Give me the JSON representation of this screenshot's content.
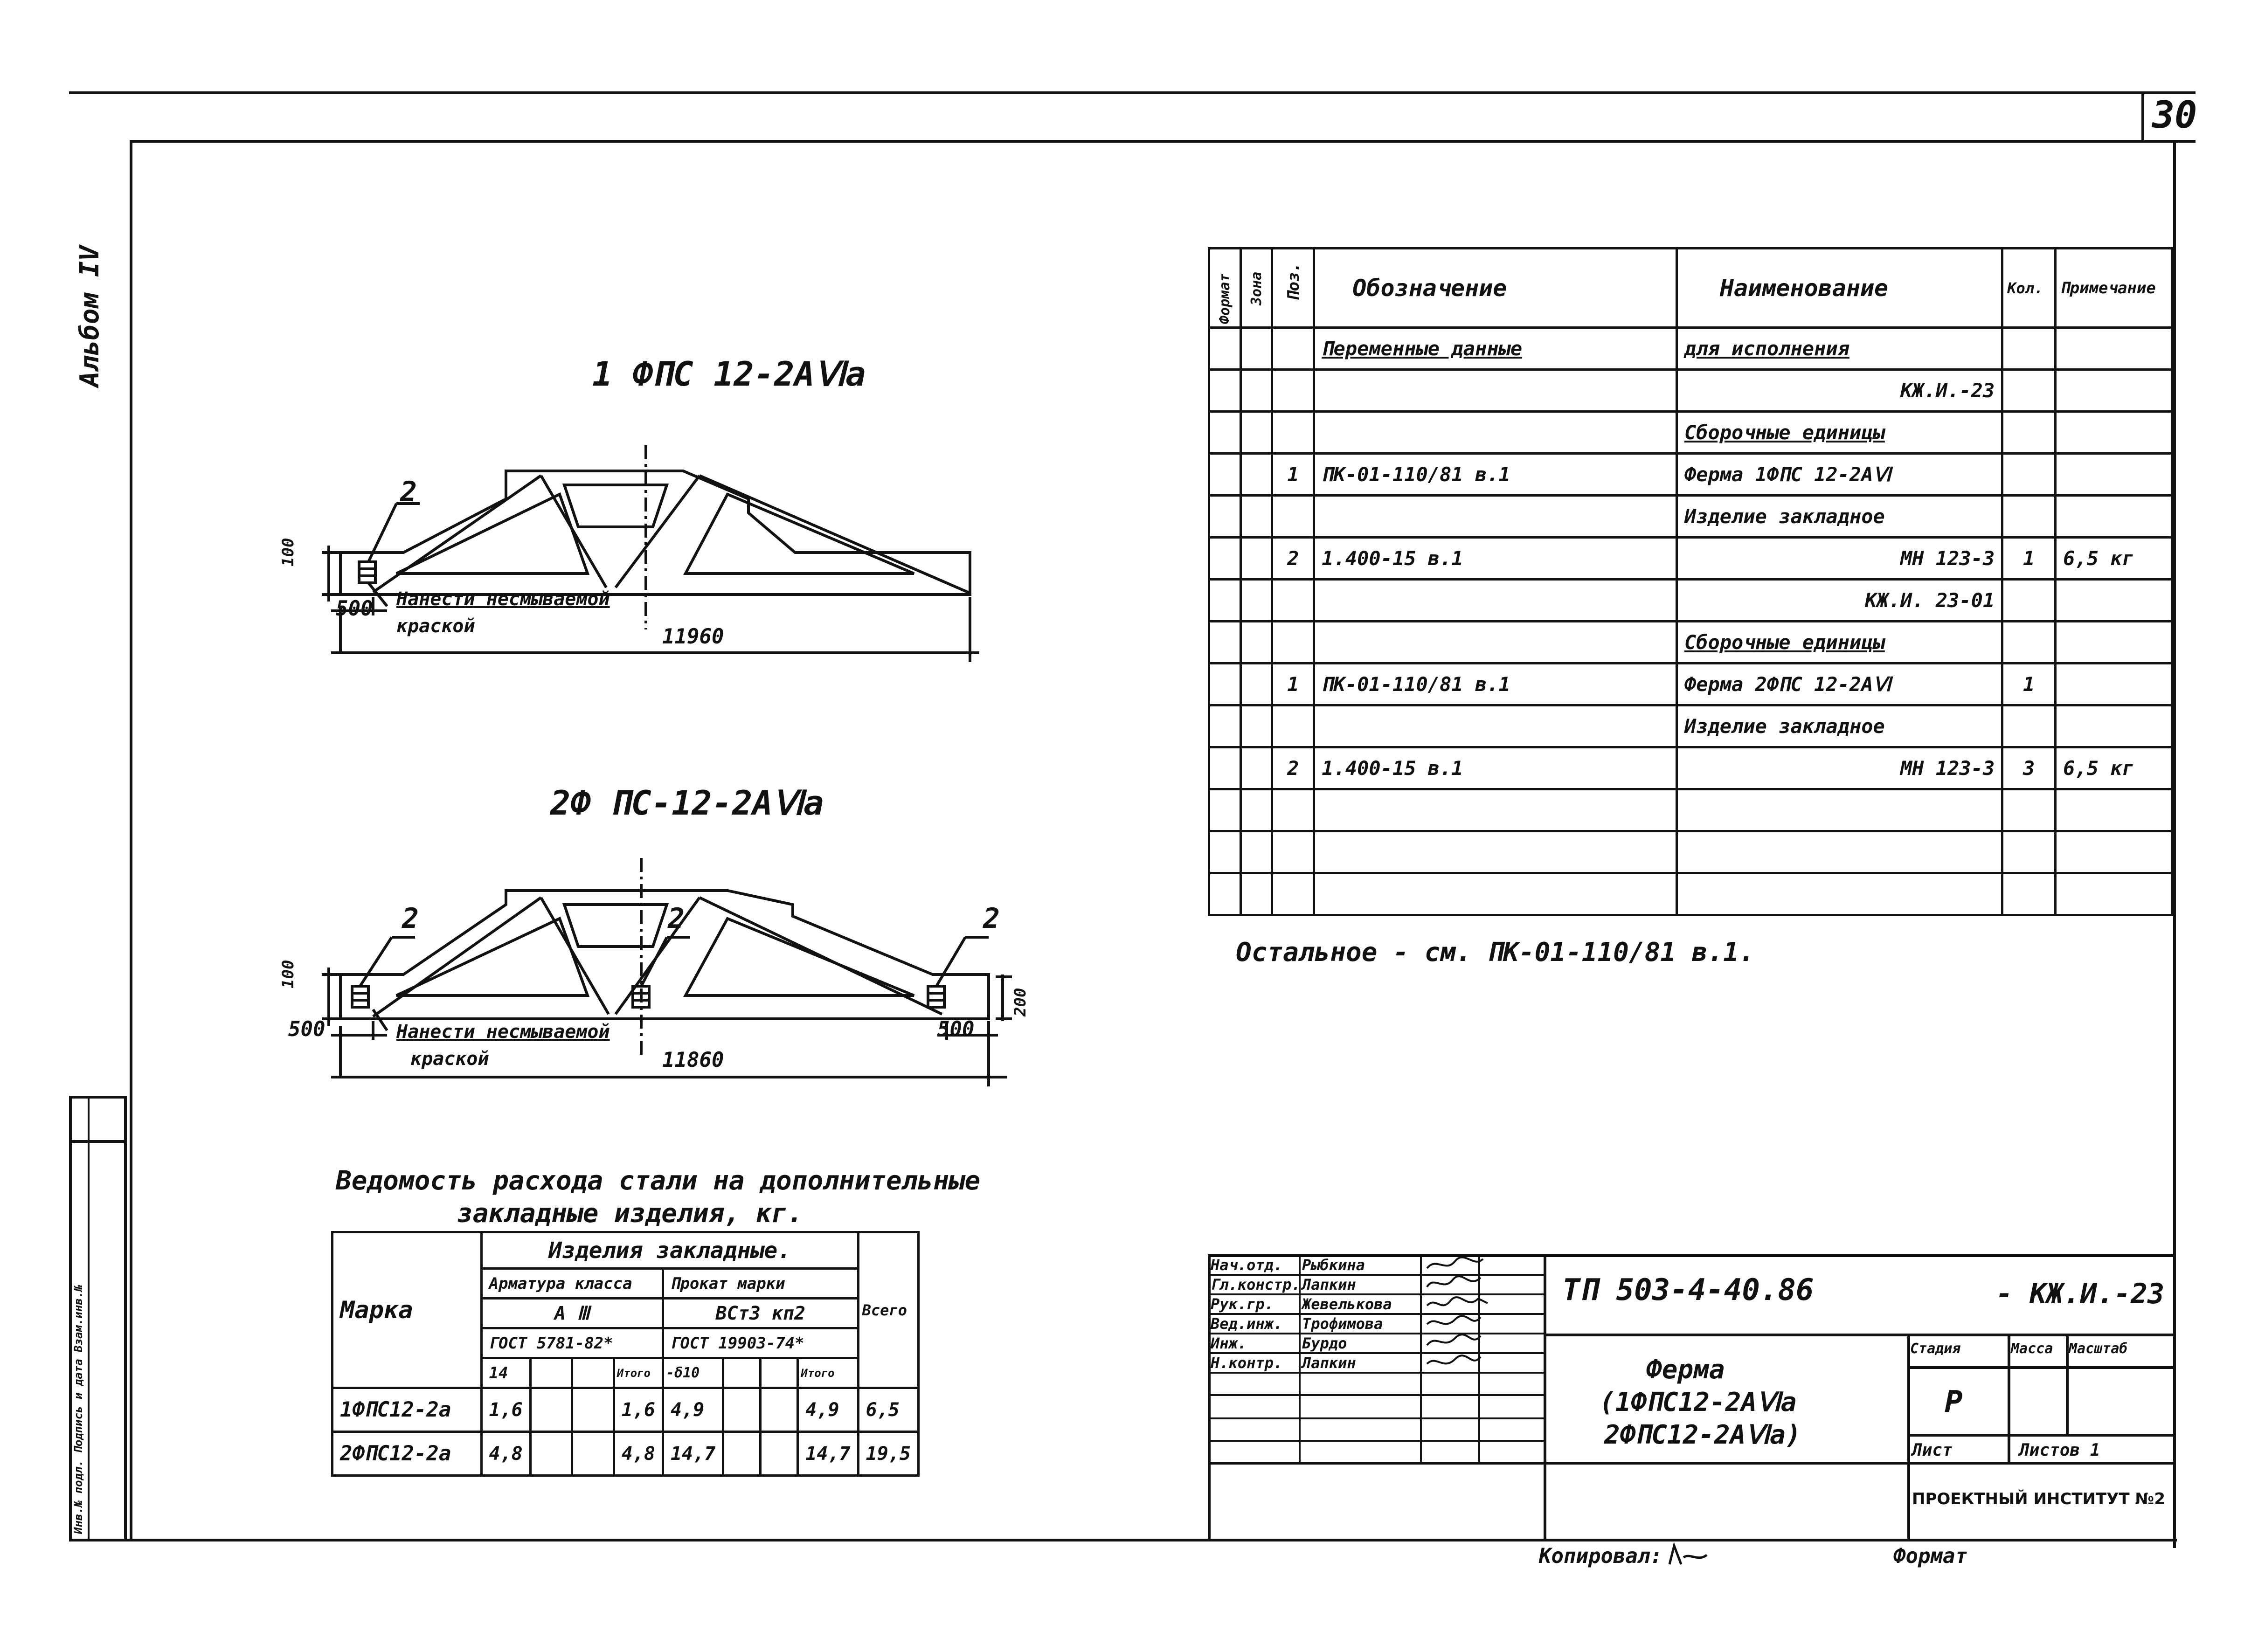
{
  "sheet": {
    "page_number": "30",
    "album": "Альбом IV",
    "side_strip": "Инв.№ подл. Подпись и дата Взам.инв.№"
  },
  "views": {
    "truss1_title": "1 ФПС 12-2АⅥа",
    "truss1_pos": "2",
    "truss1_dim_height": "100",
    "truss1_dim_left": "500",
    "truss1_dim_span": "11960",
    "truss1_note_line1": "Нанести несмываемой",
    "truss1_note_line2": "краской",
    "truss2_title": "2Ф ПС-12-2АⅥа",
    "truss2_pos_left": "2",
    "truss2_pos_mid": "2",
    "truss2_pos_right": "2",
    "truss2_dim_height": "100",
    "truss2_dim_right_h": "200",
    "truss2_dim_left": "500",
    "truss2_dim_right": "500",
    "truss2_dim_span": "11860",
    "truss2_note_line1": "Нанести несмываемой",
    "truss2_note_line2": "краской"
  },
  "spec": {
    "headers": {
      "format": "Формат",
      "zone": "Зона",
      "pos": "Поз.",
      "designation": "Обозначение",
      "name": "Наименование",
      "qty": "Кол.",
      "note": "Примечание"
    },
    "rows": [
      {
        "pos": "",
        "designation": "Переменные данные",
        "name": "для исполнения",
        "qty": "",
        "note": ""
      },
      {
        "pos": "",
        "designation": "",
        "name": "КЖ.И.-23",
        "qty": "",
        "note": ""
      },
      {
        "pos": "",
        "designation": "",
        "name": "Сборочные единицы",
        "qty": "",
        "note": ""
      },
      {
        "pos": "1",
        "designation": "ПК-01-110/81  в.1",
        "name": "Ферма 1ФПС 12-2АⅥ",
        "qty": "",
        "note": ""
      },
      {
        "pos": "",
        "designation": "",
        "name": "Изделие закладное",
        "qty": "",
        "note": ""
      },
      {
        "pos": "2",
        "designation": "1.400-15  в.1",
        "name": "МН 123-3",
        "qty": "1",
        "note": "6,5 кг"
      },
      {
        "pos": "",
        "designation": "",
        "name": "КЖ.И. 23-01",
        "qty": "",
        "note": ""
      },
      {
        "pos": "",
        "designation": "",
        "name": "Сборочные единицы",
        "qty": "",
        "note": ""
      },
      {
        "pos": "1",
        "designation": "ПК-01-110/81  в.1",
        "name": "Ферма 2ФПС 12-2АⅥ",
        "qty": "1",
        "note": ""
      },
      {
        "pos": "",
        "designation": "",
        "name": "Изделие закладное",
        "qty": "",
        "note": ""
      },
      {
        "pos": "2",
        "designation": "1.400-15  в.1",
        "name": "МН 123-3",
        "qty": "3",
        "note": "6,5 кг"
      },
      {
        "pos": "",
        "designation": "",
        "name": "",
        "qty": "",
        "note": ""
      },
      {
        "pos": "",
        "designation": "",
        "name": "",
        "qty": "",
        "note": ""
      },
      {
        "pos": "",
        "designation": "",
        "name": "",
        "qty": "",
        "note": ""
      }
    ],
    "remark": "Остальное - см. ПК-01-110/81 в.1."
  },
  "steel": {
    "title_line1": "Ведомость расхода стали на дополнительные",
    "title_line2": "закладные изделия, кг.",
    "h_mark": "Марка",
    "h_items": "Изделия закладные.",
    "h_rebar": "Арматура класса",
    "h_rolled": "Прокат марки",
    "h_total": "Всего",
    "h_rebar_class": "А Ⅲ",
    "h_rolled_grade": "ВСт3 кп2",
    "h_rebar_gost": "ГОСТ 5781-82*",
    "h_rolled_gost": "ГОСТ 19903-74*",
    "h_d14": "14",
    "h_sum1": "Итого",
    "h_d10": "-δ10",
    "h_sum2": "Итого",
    "rows": [
      {
        "mark": "1ФПС12-2а",
        "d14": "1,6",
        "sum1": "1,6",
        "d10": "4,9",
        "sum2": "4,9",
        "total": "6,5"
      },
      {
        "mark": "2ФПС12-2а",
        "d14": "4,8",
        "sum1": "4,8",
        "d10": "14,7",
        "sum2": "14,7",
        "total": "19,5"
      }
    ]
  },
  "titleblock": {
    "roles": [
      "Нач.отд.",
      "Гл.констр.",
      "Рук.гр.",
      "Вед.инж.",
      "Инж.",
      "Н.контр."
    ],
    "names": [
      "Рыбкина",
      "Лапкин",
      "Жевелькова",
      "Трофимова",
      "Бурдо",
      "Лапкин"
    ],
    "code": "ТП 503-4-40.86",
    "code_suffix": "- КЖ.И.-23",
    "object_line1": "Ферма",
    "object_line2": "(1ФПС12-2АⅥа",
    "object_line3": "2ФПС12-2АⅥа)",
    "h_stage": "Стадия",
    "h_mass": "Масса",
    "h_scale": "Масштаб",
    "stage": "Р",
    "h_sheet": "Лист",
    "h_sheets": "Листов 1",
    "org": "ПРОЕКТНЫЙ ИНСТИТУТ №2",
    "copied": "Копировал:",
    "format": "Формат"
  }
}
